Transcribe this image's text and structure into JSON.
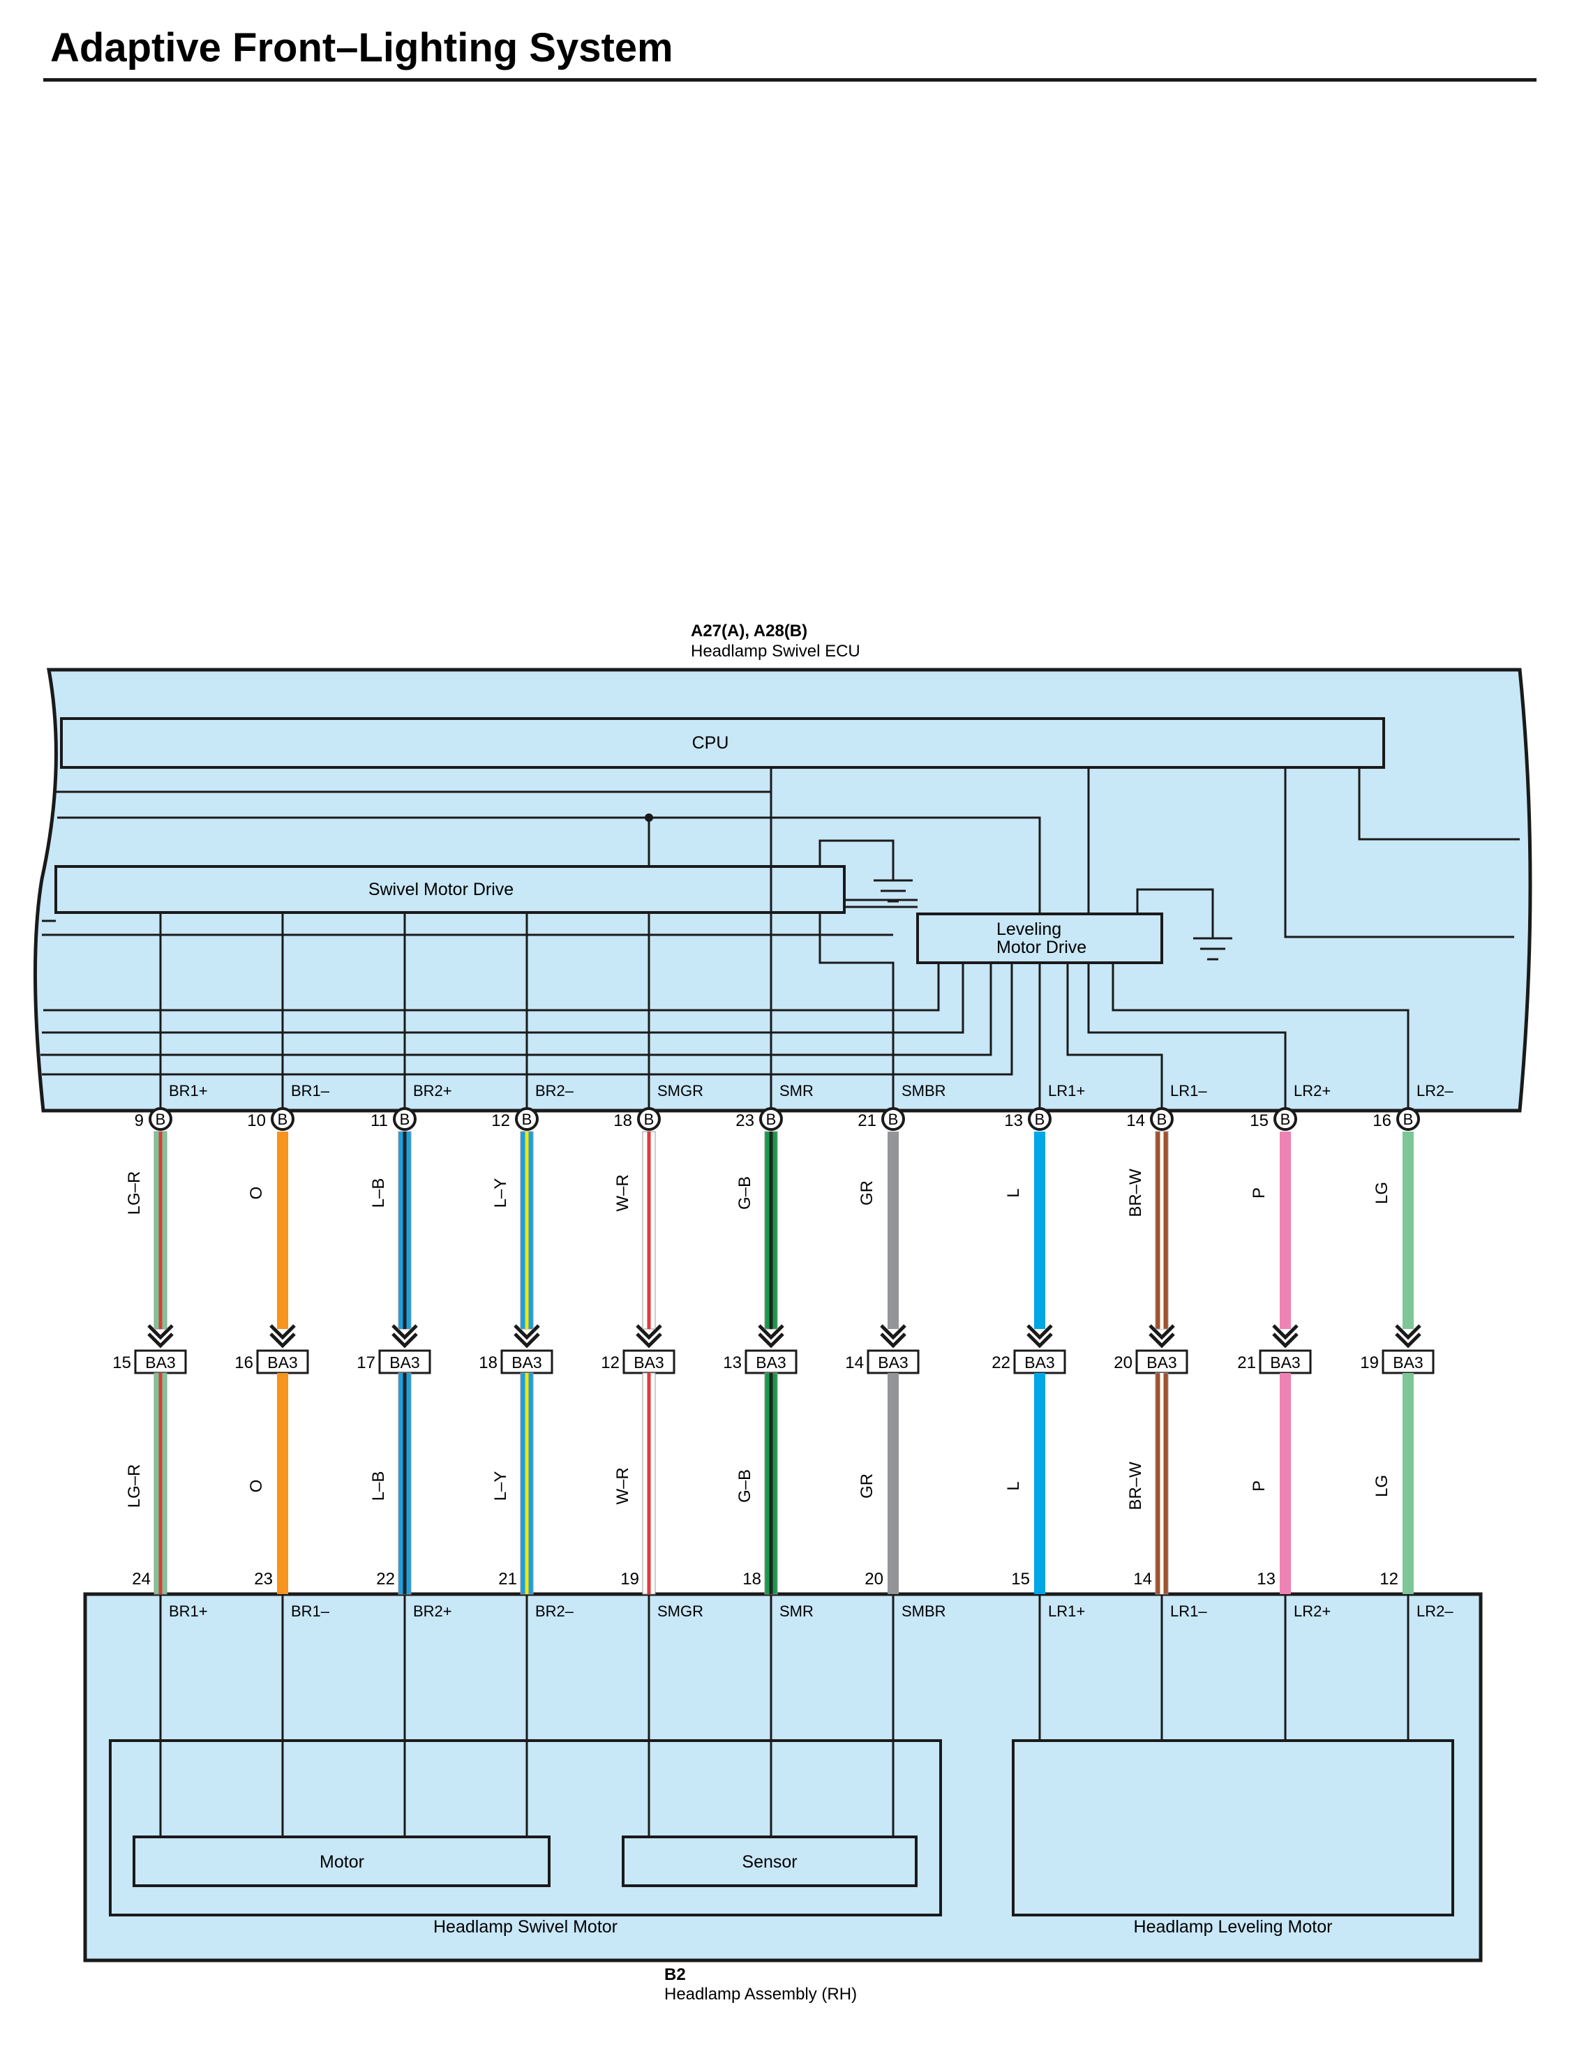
{
  "title": "Adaptive Front–Lighting System",
  "ecu": {
    "id": "A27(A), A28(B)",
    "name": "Headlamp Swivel ECU",
    "cpu_label": "CPU",
    "swivel_drive_label": "Swivel Motor Drive",
    "leveling_drive_label_1": "Leveling",
    "leveling_drive_label_2": "Motor Drive",
    "connector_letter": "B"
  },
  "junction_connector": "BA3",
  "assembly": {
    "id": "B2",
    "name": "Headlamp Assembly (RH)",
    "swivel_motor_label": "Headlamp Swivel Motor",
    "leveling_motor_label": "Headlamp Leveling Motor",
    "motor_label": "Motor",
    "sensor_label": "Sensor"
  },
  "circuits": [
    {
      "name": "BR1+",
      "ecu_pin": "9",
      "wire": "LG–R",
      "ba3_pin": "15",
      "lamp_pin": "24",
      "colors": [
        "#7cc698",
        "#e03a3a"
      ]
    },
    {
      "name": "BR1–",
      "ecu_pin": "10",
      "wire": "O",
      "ba3_pin": "16",
      "lamp_pin": "23",
      "colors": [
        "#f7941d"
      ]
    },
    {
      "name": "BR2+",
      "ecu_pin": "11",
      "wire": "L–B",
      "ba3_pin": "17",
      "lamp_pin": "22",
      "colors": [
        "#1aa0e0",
        "#222222"
      ]
    },
    {
      "name": "BR2–",
      "ecu_pin": "12",
      "wire": "L–Y",
      "ba3_pin": "18",
      "lamp_pin": "21",
      "colors": [
        "#1aa0e0",
        "#f5e600"
      ]
    },
    {
      "name": "SMGR",
      "ecu_pin": "18",
      "wire": "W–R",
      "ba3_pin": "12",
      "lamp_pin": "19",
      "colors": [
        "#ffffff",
        "#e03a3a"
      ]
    },
    {
      "name": "SMR",
      "ecu_pin": "23",
      "wire": "G–B",
      "ba3_pin": "13",
      "lamp_pin": "18",
      "colors": [
        "#1a9a4a",
        "#222222"
      ]
    },
    {
      "name": "SMBR",
      "ecu_pin": "21",
      "wire": "GR",
      "ba3_pin": "14",
      "lamp_pin": "20",
      "colors": [
        "#939598"
      ]
    },
    {
      "name": "LR1+",
      "ecu_pin": "13",
      "wire": "L",
      "ba3_pin": "22",
      "lamp_pin": "15",
      "colors": [
        "#00a6e6"
      ]
    },
    {
      "name": "LR1–",
      "ecu_pin": "14",
      "wire": "BR–W",
      "ba3_pin": "20",
      "lamp_pin": "14",
      "colors": [
        "#a0522d",
        "#ffffff"
      ]
    },
    {
      "name": "LR2+",
      "ecu_pin": "15",
      "wire": "P",
      "ba3_pin": "21",
      "lamp_pin": "13",
      "colors": [
        "#ee82b4"
      ]
    },
    {
      "name": "LR2–",
      "ecu_pin": "16",
      "wire": "LG",
      "ba3_pin": "19",
      "lamp_pin": "12",
      "colors": [
        "#7cc698"
      ]
    }
  ],
  "colors": {
    "box_fill": "#c8e7f7",
    "line": "#1a1a1a"
  }
}
